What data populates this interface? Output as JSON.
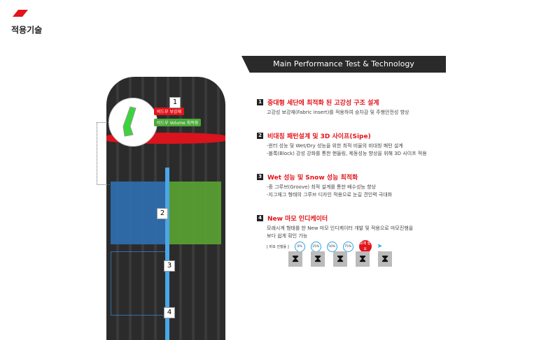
{
  "header": {
    "title": "적용기술"
  },
  "banner": "Main Performance Test & Technology",
  "tire": {
    "markers": [
      "1",
      "2",
      "3",
      "4"
    ],
    "tags": [
      "비드부 보강재",
      "비드부 Volume 최적화"
    ]
  },
  "sections": [
    {
      "num": "1",
      "heading": "중대형 세단에 최적화 된 고강성 구조 설계",
      "lines": [
        "고강성 보강재(Fabric insert)를 적용하여 승차감 및 주행안전성 향상"
      ]
    },
    {
      "num": "2",
      "heading": "비대칭 패턴설계 및 3D 사이프(Sipe)",
      "lines": [
        "-윈터 성능 및 Wet/Dry 성능을 위한 최적 비율의 비대칭 패턴 설계",
        "-블록(Block) 강성 강화를 통한 핸들링, 제동성능 향상을 위해 3D 사이프 적용"
      ]
    },
    {
      "num": "3",
      "heading": "Wet 성능 및 Snow 성능 최적화",
      "lines": [
        "-종 그루브(Groove) 최적 설계를 통한 배수성능 향상",
        "-지그재그 형태의 그루브 디자인 적용으로 눈길 견인력 극대화"
      ]
    },
    {
      "num": "4",
      "heading": "New 마모 인디케이터",
      "lines": [
        "모래시계 형태를 한 New 마모 인디케이터 개발 및 적용으로 마모진행을",
        "보다 쉽게 확인 가능"
      ]
    }
  ],
  "wear": {
    "label": "[ 마모 진행률 ]",
    "steps": [
      "0%",
      "25%",
      "50%",
      "75%"
    ],
    "final": "교체 필요",
    "accent": "#e3141b",
    "line": "#2aa3e6"
  }
}
